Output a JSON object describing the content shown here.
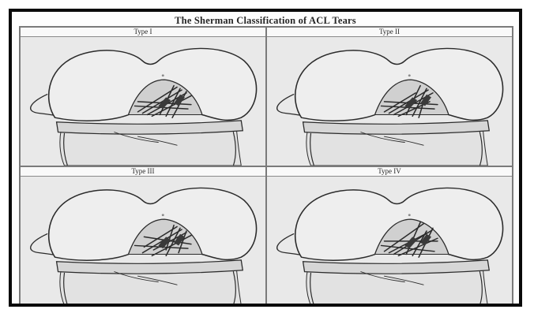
{
  "figure": {
    "title": "The Sherman Classification of ACL Tears",
    "panels": [
      {
        "label": "Type  I"
      },
      {
        "label": "Type II"
      },
      {
        "label": "Type III"
      },
      {
        "label": "Type IV"
      }
    ]
  },
  "colors": {
    "border": "#0a0a0a",
    "panel_background": "#e9e9e9",
    "ink": "#2b2b2b"
  }
}
